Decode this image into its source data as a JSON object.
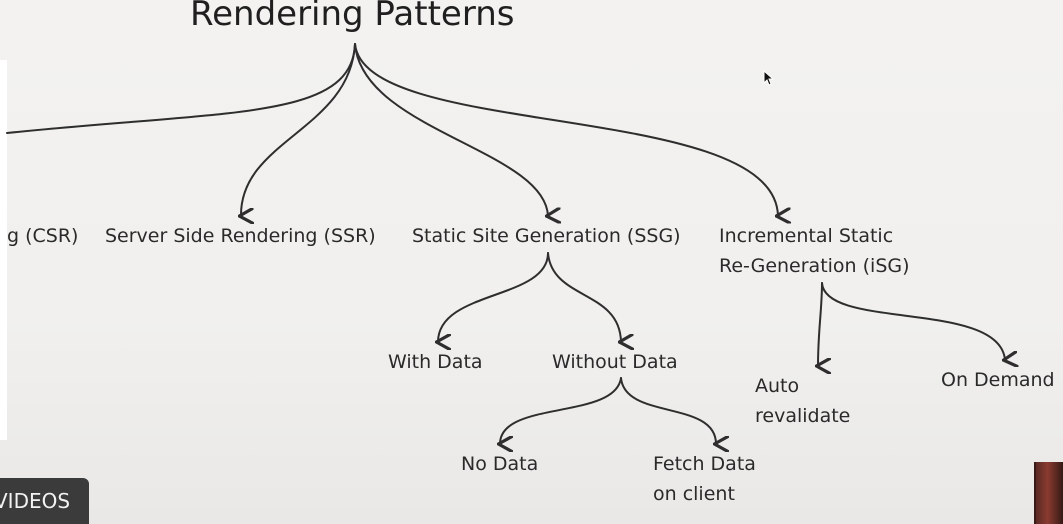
{
  "diagram": {
    "title": "Rendering Patterns",
    "nodes": {
      "csr": "g (CSR)",
      "ssr": "Server Side Rendering (SSR)",
      "ssg": "Static Site Generation (SSG)",
      "isg_line1": "Incremental Static",
      "isg_line2": "Re-Generation (iSG)",
      "with_data": "With Data",
      "without_data": "Without Data",
      "no_data": "No Data",
      "fetch_line1": "Fetch Data",
      "fetch_line2": "on client",
      "auto_line1": "Auto",
      "auto_line2": "revalidate",
      "on_demand": "On Demand"
    }
  },
  "player": {
    "videos_label": "VIDEOS"
  }
}
